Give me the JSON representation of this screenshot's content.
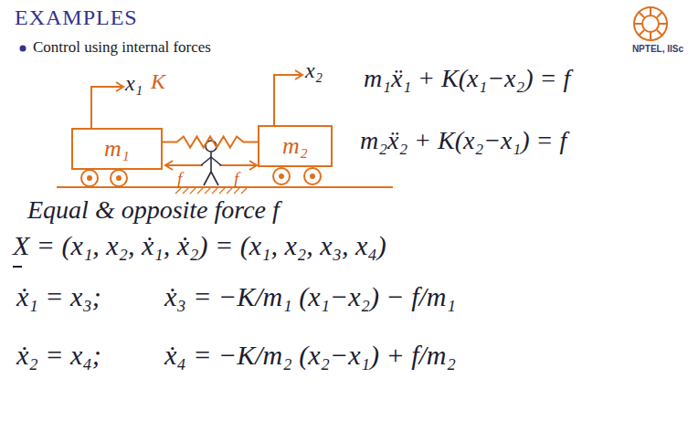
{
  "diagram": {
    "title": "EXAMPLES",
    "nodes": [
      {
        "text": [
          "m₁"
        ]
      },
      {
        "text": [
          "m₂"
        ]
      }
    ],
    "edges": [
      {
        "from": 0,
        "to": 1,
        "arrow": "none"
      }
    ],
    "labels": [
      "Control using internal forces",
      "x₁",
      "K",
      "x₂",
      "f",
      "f",
      "m₁ẍ₁ + K(x₁−x₂) = f",
      "m₂ẍ₂ + K(x₂−x₁) = f",
      "Equal & opposite force f",
      "X = (x₁, x₂, ẋ₁, ẋ₂) = (x₁, x₂, x₃, x₄)",
      "ẋ₁ = x₃;",
      "ẋ₃ = −K/m₁ (x₁−x₂) − f/m₁",
      "ẋ₂ = x₄;",
      "ẋ₄ = −K/m₂ (x₂−x₁) + f/m₂",
      "NPTEL, IISc"
    ]
  }
}
